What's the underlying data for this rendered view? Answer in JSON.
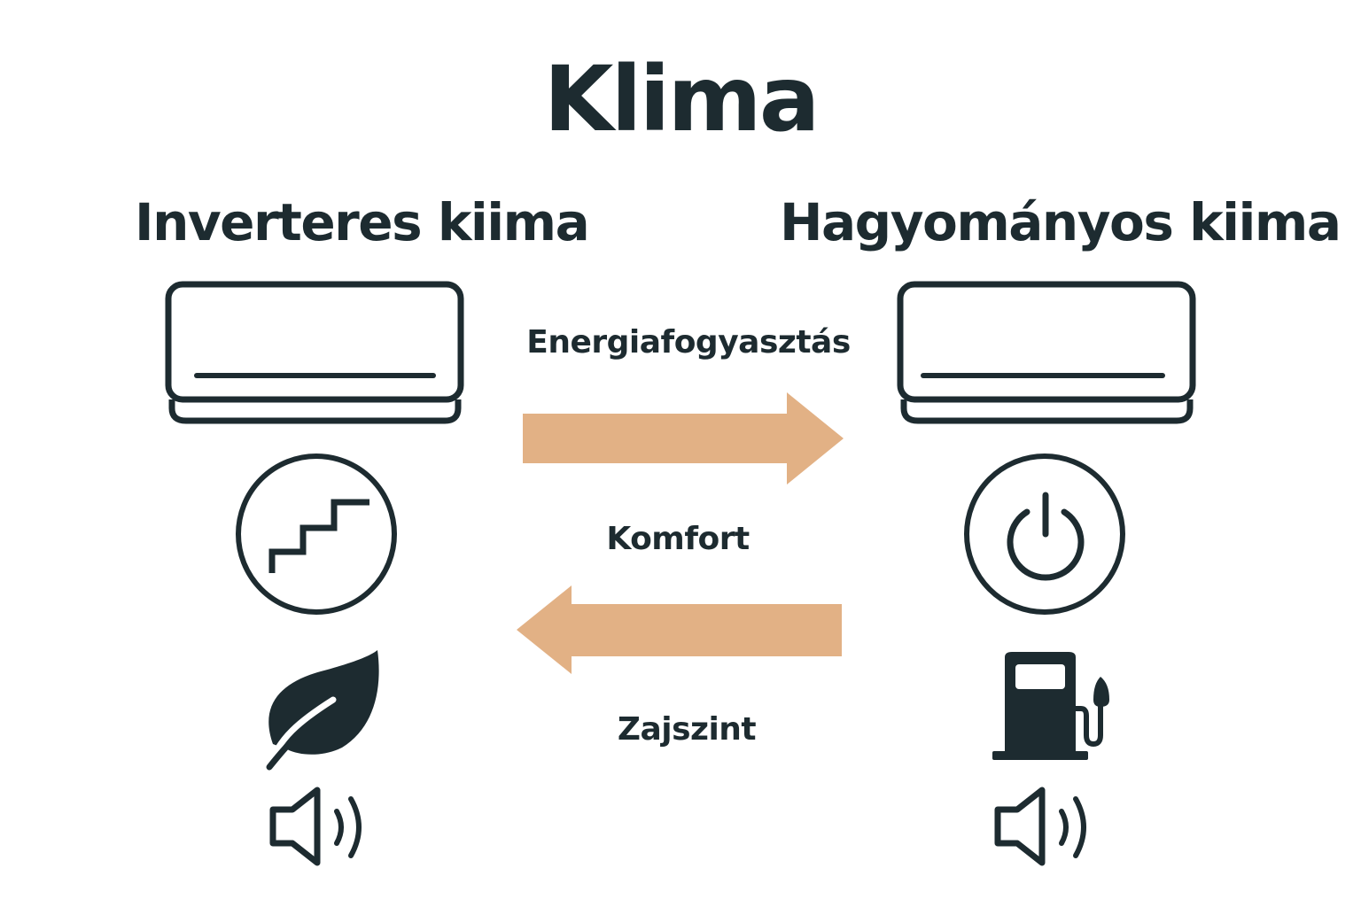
{
  "title": "Klima",
  "left_column": {
    "title": "Inverteres kiima",
    "icons": [
      "air-conditioner-icon",
      "stairs-icon",
      "leaf-icon",
      "speaker-icon"
    ]
  },
  "right_column": {
    "title": "Hagyományos kiima",
    "icons": [
      "air-conditioner-icon",
      "power-icon",
      "fuel-pump-icon",
      "speaker-icon"
    ]
  },
  "comparison": {
    "energy_label": "Energiafogyasztás",
    "energy_arrow_direction": "right",
    "comfort_label": "Komfort",
    "comfort_arrow_direction": "left",
    "noise_label": "Zajszint"
  },
  "colors": {
    "ink": "#1d2b30",
    "arrow": "#e2b185",
    "background": "#ffffff"
  }
}
